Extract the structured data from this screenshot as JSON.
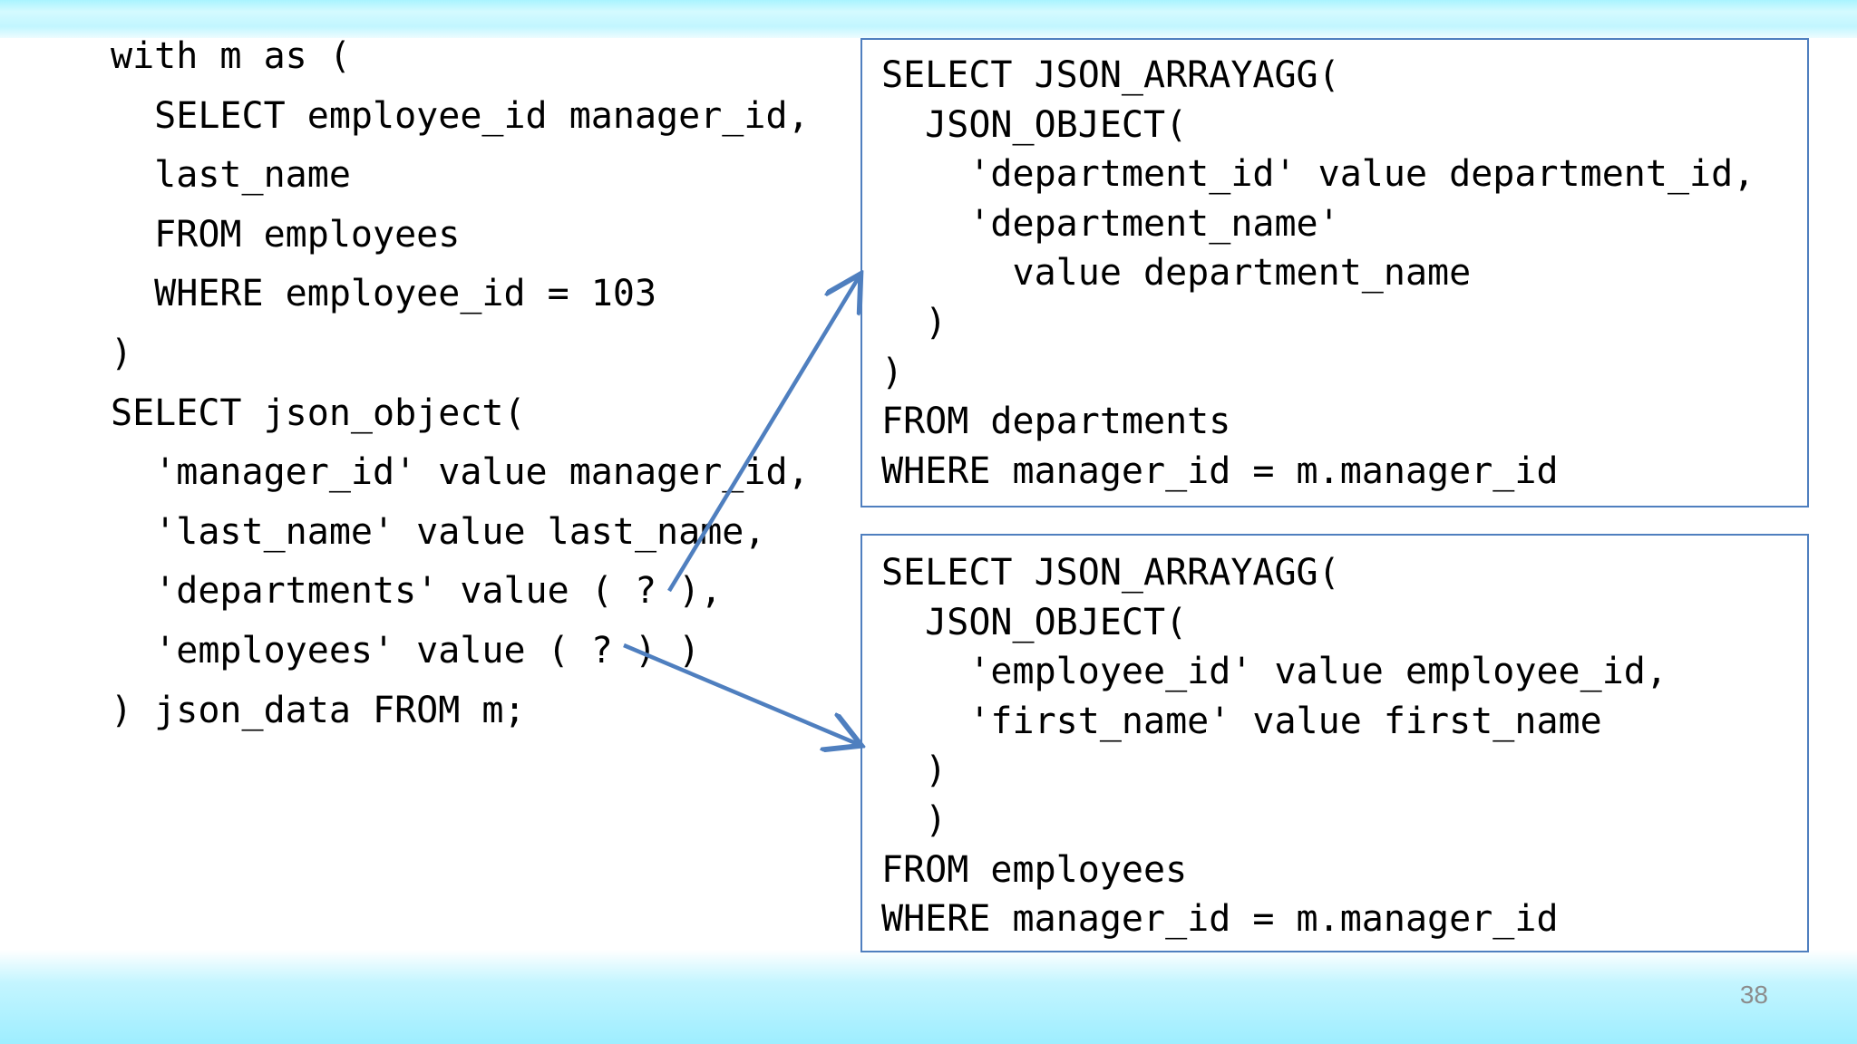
{
  "left_query": {
    "lines": [
      "with m as (",
      "  SELECT employee_id manager_id,",
      "  last_name",
      "  FROM employees",
      "  WHERE employee_id = 103",
      ")",
      "SELECT json_object(",
      "  'manager_id' value manager_id,",
      "  'last_name' value last_name,",
      "  'departments' value ( ? ),",
      "  'employees' value ( ? ) )",
      ") json_data FROM m;"
    ]
  },
  "departments_subquery": {
    "lines": [
      "SELECT JSON_ARRAYAGG(",
      "  JSON_OBJECT(",
      "    'department_id' value department_id,",
      "    'department_name'",
      "      value department_name",
      "  )",
      ")",
      "FROM departments",
      "WHERE manager_id = m.manager_id"
    ]
  },
  "employees_subquery": {
    "lines": [
      "SELECT JSON_ARRAYAGG(",
      "  JSON_OBJECT(",
      "    'employee_id' value employee_id,",
      "    'first_name' value first_name",
      "  )",
      "  )",
      "FROM employees",
      "WHERE manager_id = m.manager_id"
    ]
  },
  "slide_number": "38",
  "colors": {
    "arrow": "#4f7fbf",
    "box_border": "#4f7fbf",
    "band": "#a9f4ff",
    "slide_number": "#8c8c8c"
  }
}
